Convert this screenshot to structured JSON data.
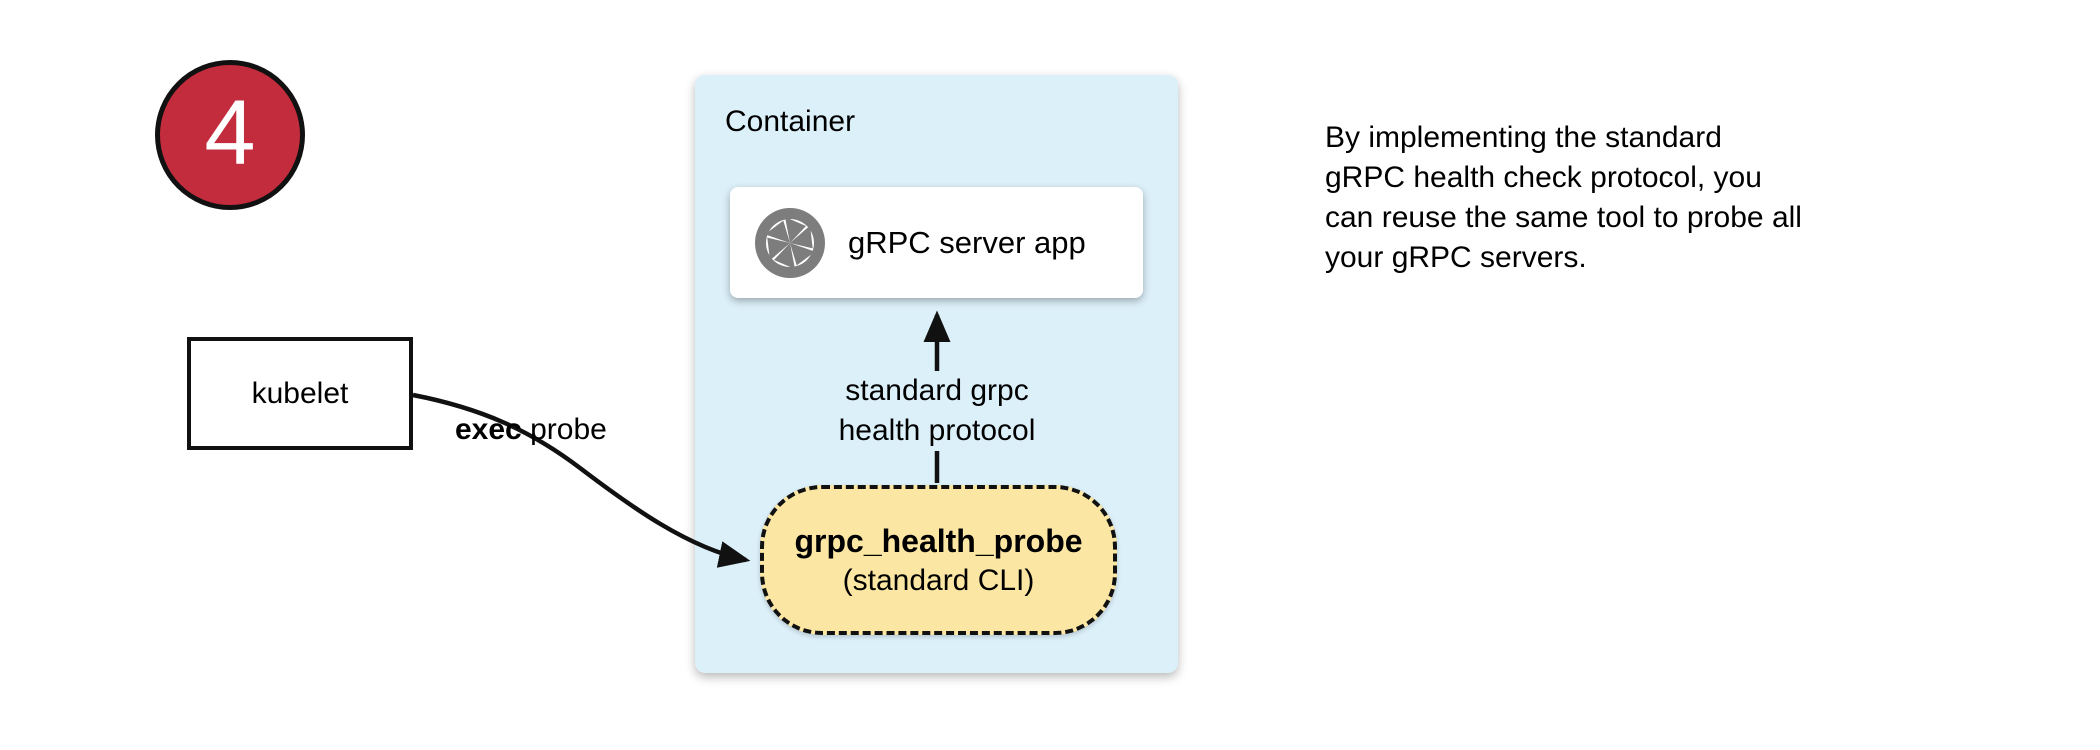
{
  "badge": {
    "number": "4",
    "color": "#C32C3C"
  },
  "kubelet": {
    "label": "kubelet"
  },
  "exec_probe_label": {
    "bold": "exec",
    "regular": "probe"
  },
  "container": {
    "title": "Container",
    "bg_color": "#DCF0FA",
    "server_app": {
      "label": "gRPC server app",
      "icon": "aperture-icon",
      "icon_color": "#7D7D7D"
    },
    "protocol_arrow_label": {
      "line1": "standard grpc",
      "line2": "health protocol"
    },
    "probe": {
      "name": "grpc_health_probe",
      "subtitle": "(standard CLI)",
      "bg_color": "#FBE7A3"
    }
  },
  "note": {
    "lines": [
      "By implementing the standard",
      "gRPC health check protocol, you",
      "can reuse the same tool to probe all",
      "your gRPC servers."
    ]
  }
}
